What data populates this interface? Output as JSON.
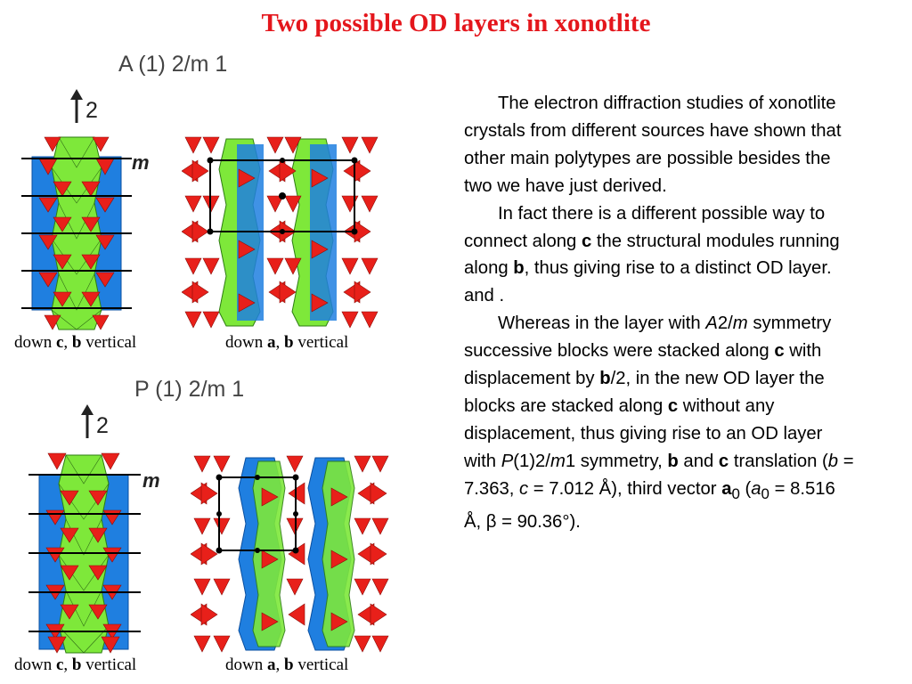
{
  "title": "Two possible OD layers in xonotlite",
  "panels": [
    {
      "label": "A (1) 2/m 1",
      "axis_label": "2",
      "mirror_label": "m",
      "caption_left": {
        "down": "down ",
        "axis1": "c",
        "sep": ", ",
        "axis2": "b",
        "tail": " vertical"
      },
      "caption_right": {
        "down": "down ",
        "axis1": "a",
        "sep": ", ",
        "axis2": "b",
        "tail": " vertical"
      }
    },
    {
      "label": "P (1) 2/m 1",
      "axis_label": "2",
      "mirror_label": "m",
      "caption_left": {
        "down": "down ",
        "axis1": "c",
        "sep": ", ",
        "axis2": "b",
        "tail": " vertical"
      },
      "caption_right": {
        "down": "down ",
        "axis1": "a",
        "sep": ", ",
        "axis2": "b",
        "tail": " vertical"
      }
    }
  ],
  "colors": {
    "title": "#e4161c",
    "tetrahedra": "#e8201a",
    "octahedra": "#1f7fe0",
    "green_chain": "#7ee83a"
  },
  "text": {
    "p1": "The electron diffraction studies of xonotlite crystals from different sources have shown that other main polytypes are possible besides the two we have just derived.",
    "p2_a": "In fact there is a different possible way  to connect along ",
    "p2_b": "c",
    "p2_c": " the structural modules running along ",
    "p2_d": "b",
    "p2_e": ", thus giving rise to a distinct OD layer. and .",
    "p3_a": "Whereas in the layer with ",
    "p3_A": "A",
    "p3_2": "2/",
    "p3_m": "m",
    "p3_b": " symmetry successive blocks were stacked along ",
    "p3_c": "c",
    "p3_d": " with displacement by ",
    "p3_e": "b",
    "p3_f": "/2, in the new OD layer the blocks are stacked along ",
    "p3_g": "c",
    "p3_h": " without any displacement, thus giving rise to an OD layer with ",
    "p3_P": "P",
    "p3_i": "(1)2/",
    "p3_m2": "m",
    "p3_j": "1 symmetry, ",
    "p3_k": "b",
    "p3_l": " and ",
    "p3_c2": "c",
    "p3_n": " translation (",
    "p3_bv": "b",
    "p3_o": " = 7.363, ",
    "p3_cv": "c",
    "p3_q": " = 7.012 Å), third vector ",
    "p3_a0": "a",
    "p3_a0sub": "0",
    "p3_r": " (",
    "p3_a0b": "a",
    "p3_a0bsub": "0",
    "p3_s": " = 8.516 Å, β = 90.36°)."
  }
}
